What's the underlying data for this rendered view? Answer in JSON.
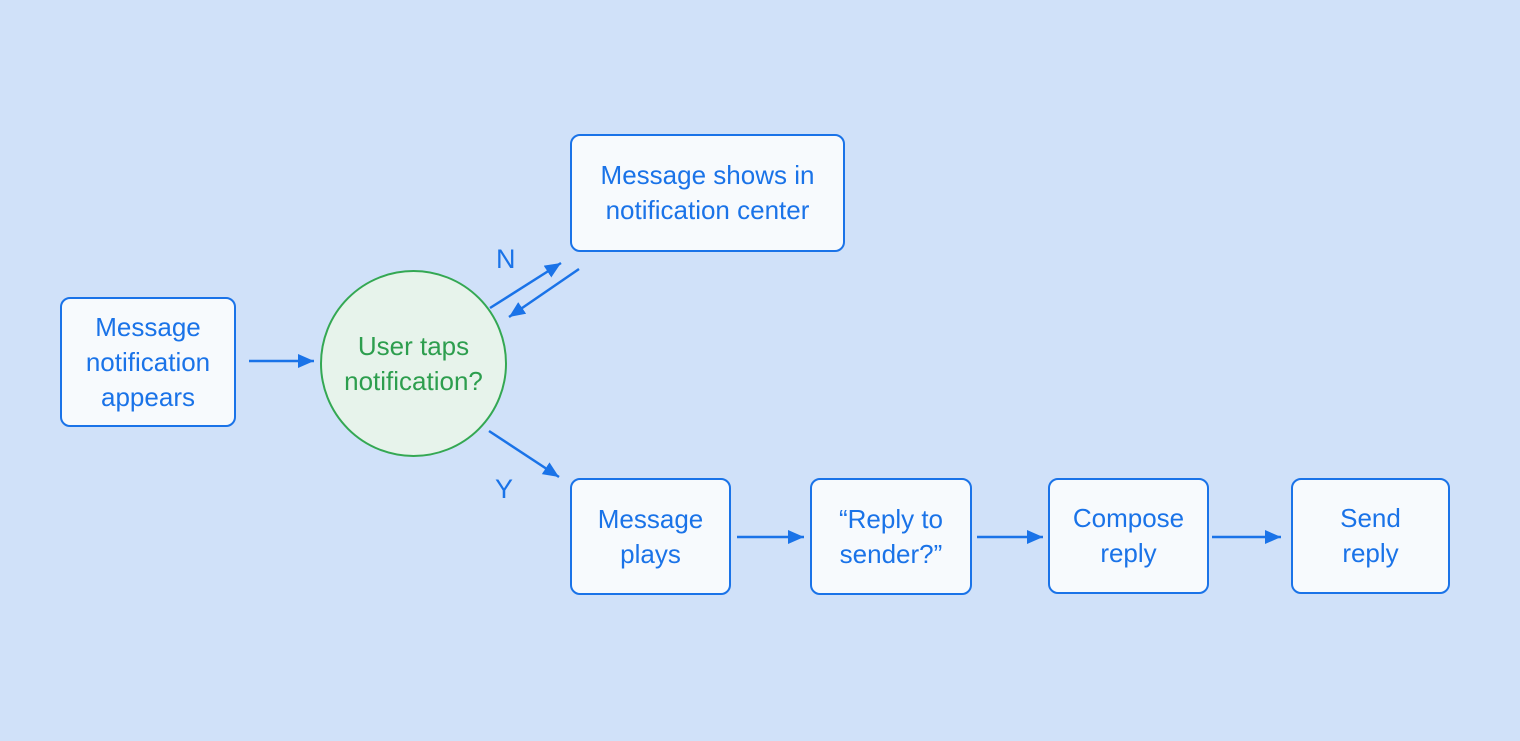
{
  "diagram": {
    "type": "flowchart",
    "colors": {
      "background": "#d0e1f9",
      "node_fill": "#f7fafd",
      "node_border": "#1a73e8",
      "node_text": "#1a73e8",
      "decision_fill": "#e7f3eb",
      "decision_border": "#34a853",
      "decision_text": "#2d9e4e",
      "arrow": "#1a73e8",
      "edge_label": "#1a73e8"
    },
    "nodes": {
      "start": {
        "label": "Message\nnotification\nappears",
        "type": "process"
      },
      "decision": {
        "label": "User taps\nnotification?",
        "type": "decision"
      },
      "notification_center": {
        "label": "Message shows in\nnotification center",
        "type": "process"
      },
      "message_plays": {
        "label": "Message\nplays",
        "type": "process"
      },
      "reply_to_sender": {
        "label": "“Reply to\nsender?”",
        "type": "process"
      },
      "compose_reply": {
        "label": "Compose\nreply",
        "type": "process"
      },
      "send_reply": {
        "label": "Send\nreply",
        "type": "process"
      }
    },
    "edges": [
      {
        "from": "start",
        "to": "decision",
        "label": ""
      },
      {
        "from": "decision",
        "to": "notification_center",
        "label": "N"
      },
      {
        "from": "notification_center",
        "to": "decision",
        "label": ""
      },
      {
        "from": "decision",
        "to": "message_plays",
        "label": "Y"
      },
      {
        "from": "message_plays",
        "to": "reply_to_sender",
        "label": ""
      },
      {
        "from": "reply_to_sender",
        "to": "compose_reply",
        "label": ""
      },
      {
        "from": "compose_reply",
        "to": "send_reply",
        "label": ""
      }
    ]
  }
}
